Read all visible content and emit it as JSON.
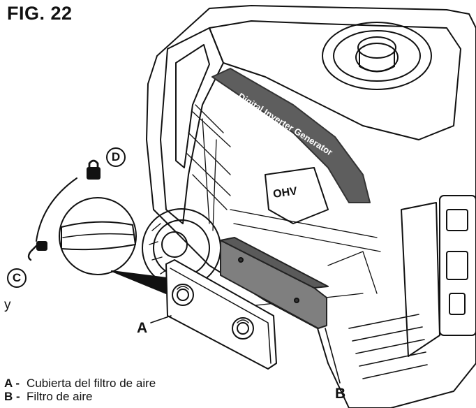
{
  "figure": {
    "title": "FIG. 22"
  },
  "generator": {
    "brand_text": "Digital Inverter Generator",
    "engine_badge": "OHV"
  },
  "callouts": {
    "a": "A",
    "b": "B"
  },
  "positions": {
    "lock": "D",
    "unlock": "C"
  },
  "stray_text": "y",
  "legend": [
    {
      "key": "A -",
      "text": "Cubierta del filtro de aire"
    },
    {
      "key": "B -",
      "text": "Filtro de aire"
    }
  ]
}
